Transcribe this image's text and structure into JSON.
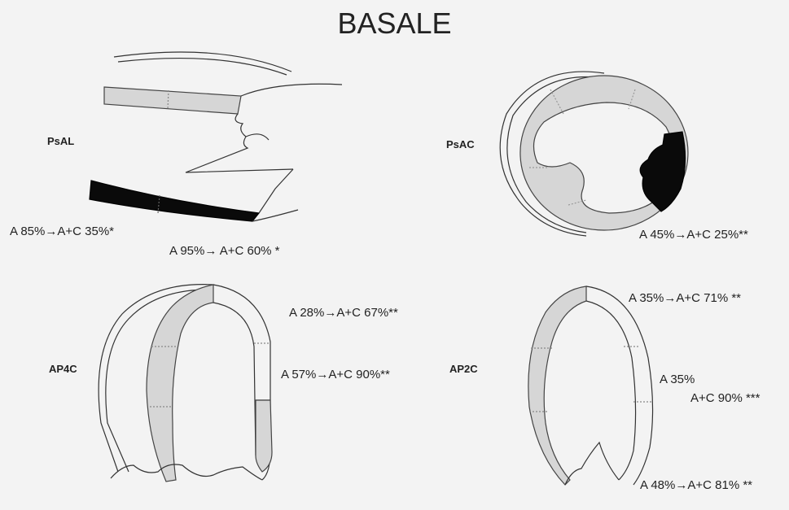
{
  "title": "BASALE",
  "views": {
    "psal": {
      "label": "PsAL"
    },
    "psac": {
      "label": "PsAC"
    },
    "ap4c": {
      "label": "AP4C"
    },
    "ap2c": {
      "label": "AP2C"
    }
  },
  "annotations": {
    "psal_1": "A 85%→A+C 35%*",
    "psal_2": "A 95%→ A+C 60% *",
    "psac_1": "A 45%→A+C 25%**",
    "ap4c_1": "A 28%→A+C 67%**",
    "ap4c_2": "A 57%→A+C 90%**",
    "ap2c_1": "A 35%→A+C 71% **",
    "ap2c_2a": "A 35%",
    "ap2c_2b": "A+C 90% ***",
    "ap2c_3": "A 48%→A+C 81% **"
  },
  "colors": {
    "grey_segment": "#d6d6d6",
    "black_segment": "#0a0a0a",
    "outline": "#333333"
  }
}
